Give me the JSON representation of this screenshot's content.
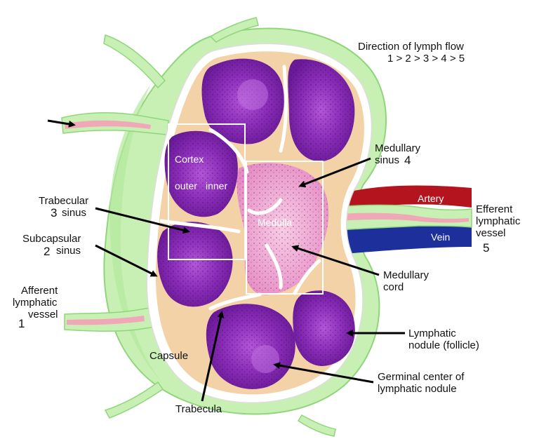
{
  "title": {
    "line1": "Direction of lymph flow",
    "line2": "1 > 2 > 3 > 4 > 5"
  },
  "labels": {
    "medullary_sinus": {
      "line1": "Medullary",
      "line2": "sinus",
      "num": "4"
    },
    "trabecular_sinus": {
      "line1": "Trabecular",
      "line2": "sinus",
      "num": "3"
    },
    "subcapsular_sinus": {
      "line1": "Subcapsular",
      "line2": "sinus",
      "num": "2"
    },
    "afferent": {
      "line1": "Afferent",
      "line2": "lymphatic",
      "line3": "vessel",
      "num": "1"
    },
    "efferent": {
      "line1": "Efferent",
      "line2": "lymphatic",
      "line3": "vessel",
      "num": "5"
    },
    "artery": "Artery",
    "vein": "Vein",
    "medullary_cord": {
      "line1": "Medullary",
      "line2": "cord"
    },
    "lymphatic_nodule": {
      "line1": "Lymphatic",
      "line2": "nodule (follicle)"
    },
    "germinal_center": {
      "line1": "Germinal center of",
      "line2": "lymphatic nodule"
    },
    "capsule": "Capsule",
    "trabecula": "Trabecula",
    "cortex": "Cortex",
    "outer": "outer",
    "inner": "inner",
    "medulla": "Medulla"
  },
  "colors": {
    "capsule_green": "#c8f0b4",
    "capsule_edge": "#8fd67a",
    "cortex_purple": "#8a2fb0",
    "nodule_purple": "#7a1fa8",
    "medulla_pink": "#f2b6d8",
    "sinus_tan": "#f3d2a8",
    "artery_red": "#b3141e",
    "vein_blue": "#1c2f9a",
    "vessel_pink": "#f0a8b8"
  }
}
